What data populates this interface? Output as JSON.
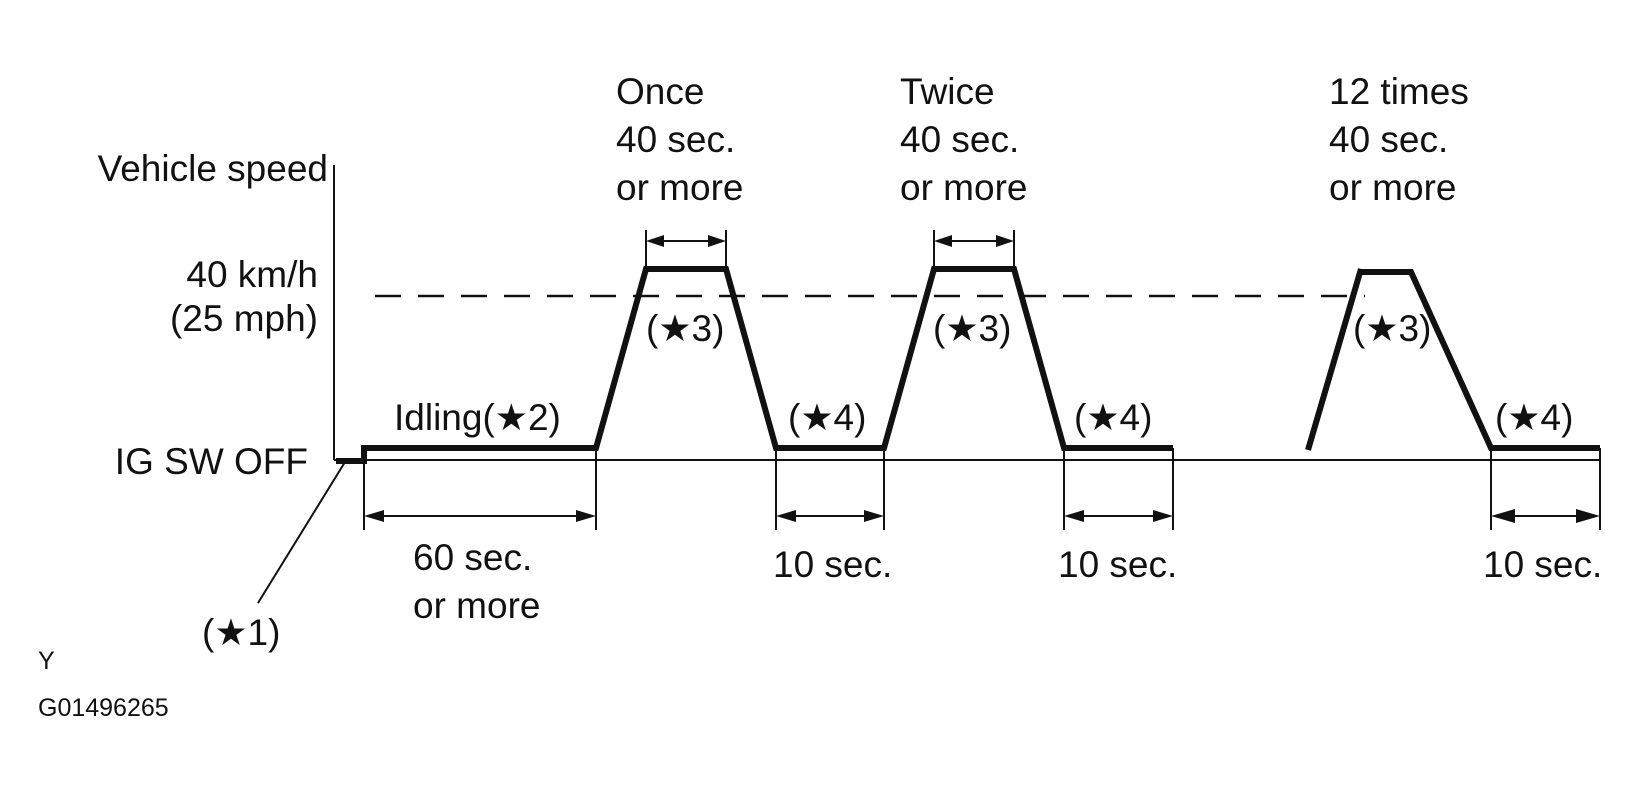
{
  "axis": {
    "y_label": "Vehicle speed",
    "speed_line_1": "40 km/h",
    "speed_line_2": "(25 mph)",
    "baseline_label": "IG SW OFF"
  },
  "steps": {
    "star1": "(★1)",
    "idling": "Idling(★2)",
    "star3": "(★3)",
    "star4": "(★4)"
  },
  "cycles": [
    {
      "count": "Once",
      "duration_1": "40 sec.",
      "duration_2": "or more"
    },
    {
      "count": "Twice",
      "duration_1": "40 sec.",
      "duration_2": "or more"
    },
    {
      "count": "12 times",
      "duration_1": "40 sec.",
      "duration_2": "or more"
    }
  ],
  "intervals": {
    "idle_1": "60 sec.",
    "idle_2": "or more",
    "rest": "10 sec."
  },
  "footer": {
    "corner_mark": "Y",
    "figure_code": "G01496265"
  }
}
